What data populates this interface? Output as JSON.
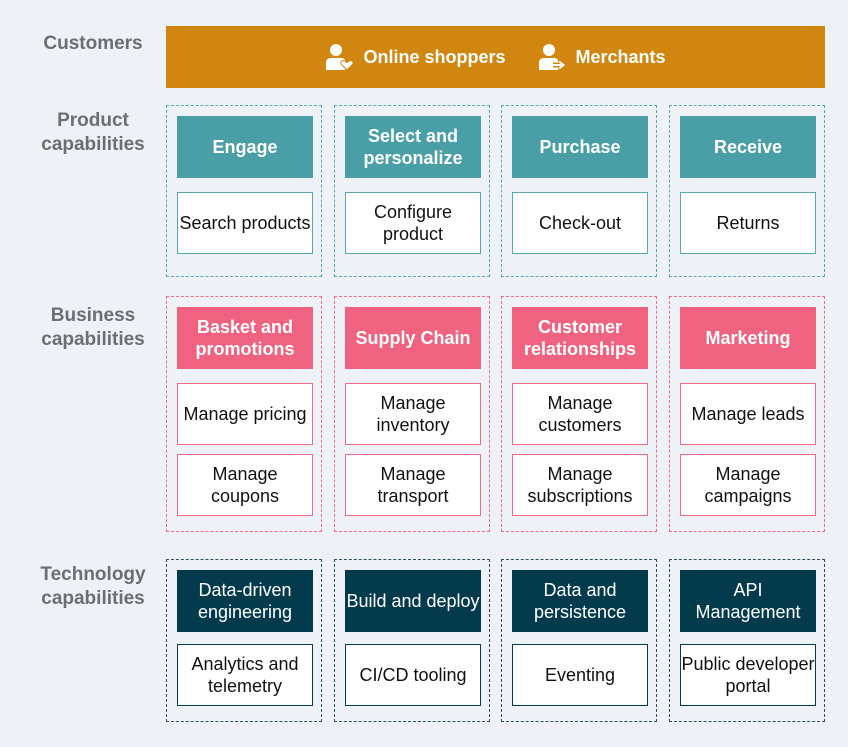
{
  "rows": {
    "customers": "Customers",
    "product": "Product capabilities",
    "business": "Business capabilities",
    "technology": "Technology capabilities"
  },
  "customers": {
    "items": [
      {
        "label": "Online shoppers",
        "icon": "user-heart-icon"
      },
      {
        "label": "Merchants",
        "icon": "user-arrow-icon"
      }
    ]
  },
  "product": [
    {
      "header": "Engage",
      "items": [
        "Search products"
      ]
    },
    {
      "header": "Select and personalize",
      "items": [
        "Configure product"
      ]
    },
    {
      "header": "Purchase",
      "items": [
        "Check-out"
      ]
    },
    {
      "header": "Receive",
      "items": [
        "Returns"
      ]
    }
  ],
  "business": [
    {
      "header": "Basket and promotions",
      "items": [
        "Manage pricing",
        "Manage coupons"
      ]
    },
    {
      "header": "Supply Chain",
      "items": [
        "Manage inventory",
        "Manage transport"
      ]
    },
    {
      "header": "Customer relationships",
      "items": [
        "Manage customers",
        "Manage subscriptions"
      ]
    },
    {
      "header": "Marketing",
      "items": [
        "Manage leads",
        "Manage campaigns"
      ]
    }
  ],
  "technology": [
    {
      "header": "Data-driven engineering",
      "items": [
        "Analytics and telemetry"
      ]
    },
    {
      "header": "Build and deploy",
      "items": [
        "CI/CD tooling"
      ]
    },
    {
      "header": "Data and persistence",
      "items": [
        "Eventing"
      ]
    },
    {
      "header": "API Management",
      "items": [
        "Public developer portal"
      ]
    }
  ],
  "colors": {
    "customers_bar": "#d0860f",
    "product": "#4a9fa6",
    "business": "#ef6380",
    "technology": "#033b4c",
    "label_text": "#6b6f73",
    "background": "#eef1f5"
  }
}
